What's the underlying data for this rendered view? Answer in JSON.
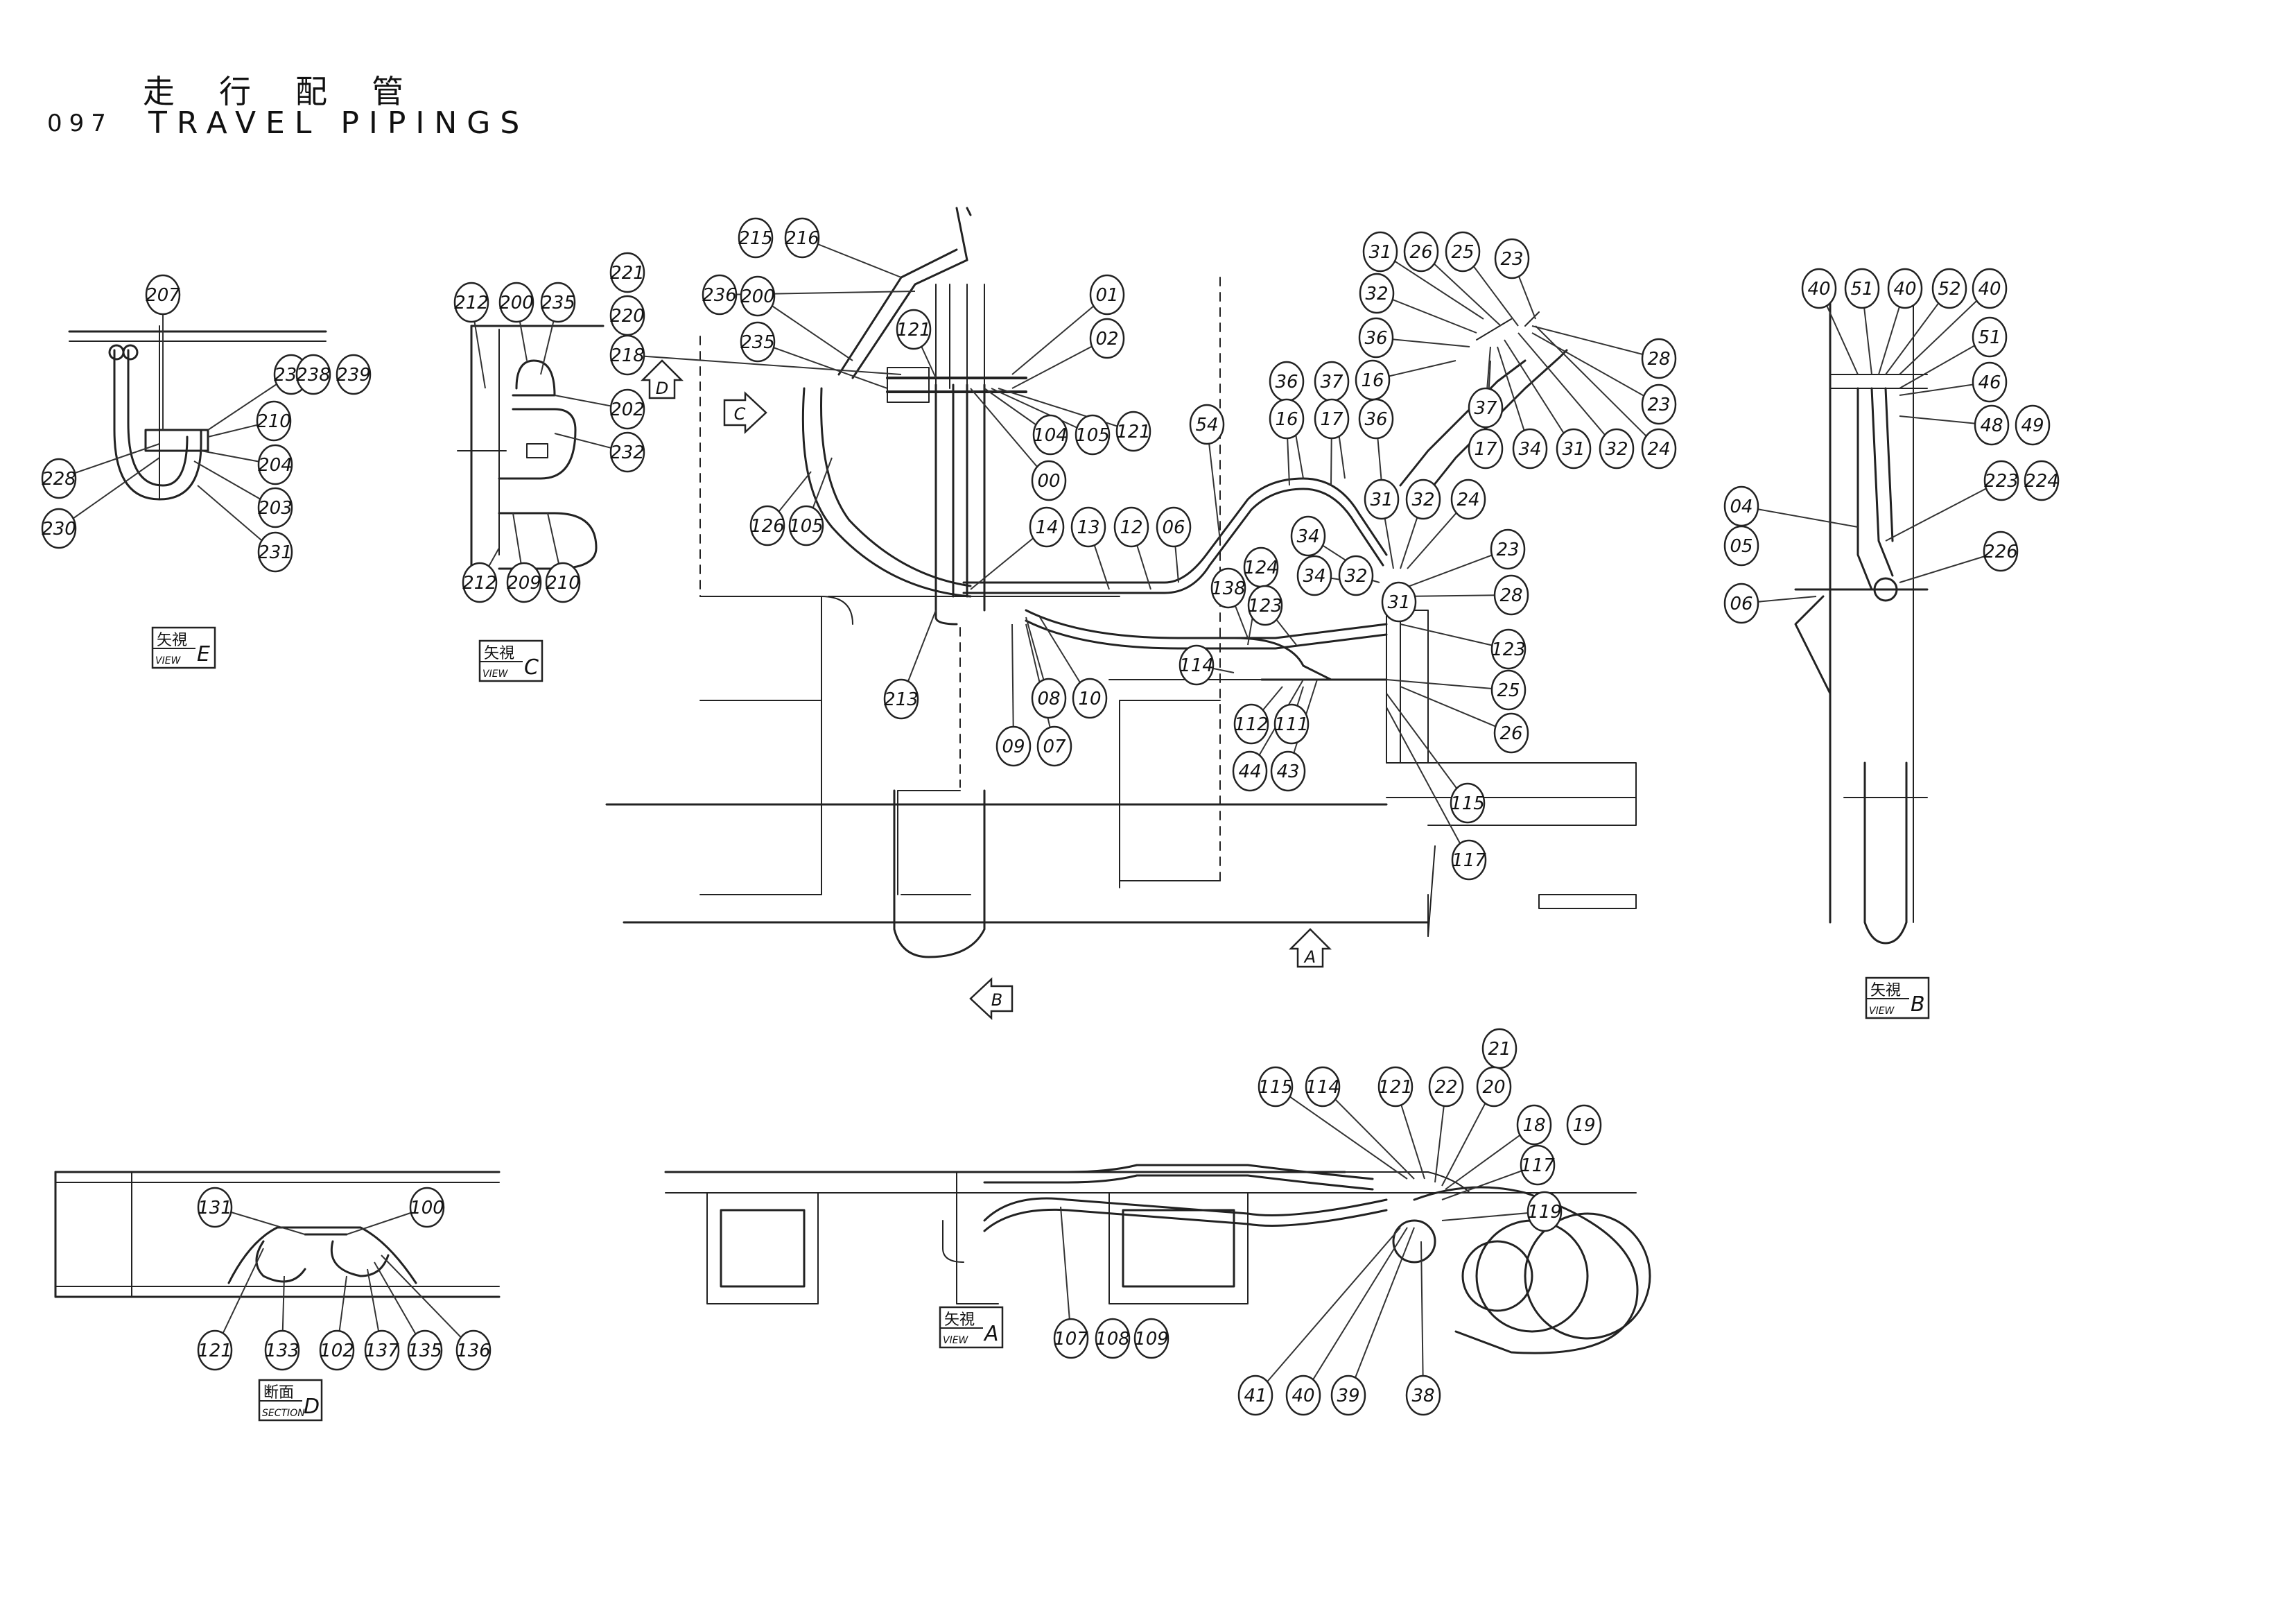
{
  "header": {
    "number": "097",
    "title_jp": "走行配管",
    "title_en": "TRAVEL PIPINGS"
  },
  "view_labels": [
    {
      "id": "view-e",
      "jp": "矢視",
      "en": "VIEW",
      "letter": "E"
    },
    {
      "id": "view-c",
      "jp": "矢視",
      "en": "VIEW",
      "letter": "C"
    },
    {
      "id": "view-b",
      "jp": "矢視",
      "en": "VIEW",
      "letter": "B"
    },
    {
      "id": "view-a",
      "jp": "矢視",
      "en": "VIEW",
      "letter": "A"
    },
    {
      "id": "section-d",
      "jp": "断面",
      "en": "SECTION",
      "letter": "D"
    }
  ],
  "view_arrows": [
    "D",
    "C",
    "A",
    "B"
  ],
  "callouts": {
    "view_e": [
      "207",
      "237",
      "238",
      "239",
      "210",
      "228",
      "204",
      "230",
      "203",
      "231"
    ],
    "view_c": [
      "212",
      "200",
      "235",
      "202",
      "232",
      "212",
      "209",
      "210"
    ],
    "main_top": [
      "221",
      "220",
      "218",
      "215",
      "216",
      "236",
      "200",
      "235",
      "121",
      "01",
      "02",
      "104",
      "105",
      "121",
      "00",
      "126",
      "105",
      "213"
    ],
    "main_mid": [
      "54",
      "36",
      "37",
      "16",
      "17",
      "36",
      "14",
      "13",
      "12",
      "06",
      "34",
      "31",
      "32",
      "24",
      "34",
      "32",
      "23",
      "31",
      "28",
      "124",
      "138",
      "123",
      "123",
      "114",
      "25",
      "26",
      "08",
      "10",
      "09",
      "07",
      "112",
      "111",
      "44",
      "43",
      "115",
      "117"
    ],
    "main_right_top": [
      "31",
      "26",
      "25",
      "23",
      "32",
      "36",
      "16",
      "28",
      "23",
      "37",
      "17",
      "34",
      "31",
      "32",
      "24"
    ],
    "view_b": [
      "40",
      "51",
      "40",
      "52",
      "40",
      "51",
      "46",
      "48",
      "49",
      "04",
      "05",
      "223",
      "224",
      "226",
      "06"
    ],
    "section_d": [
      "131",
      "100",
      "121",
      "133",
      "102",
      "137",
      "135",
      "136"
    ],
    "view_a": [
      "21",
      "115",
      "114",
      "121",
      "22",
      "20",
      "18",
      "19",
      "117",
      "119",
      "107",
      "108",
      "109",
      "41",
      "40",
      "39",
      "38"
    ]
  }
}
